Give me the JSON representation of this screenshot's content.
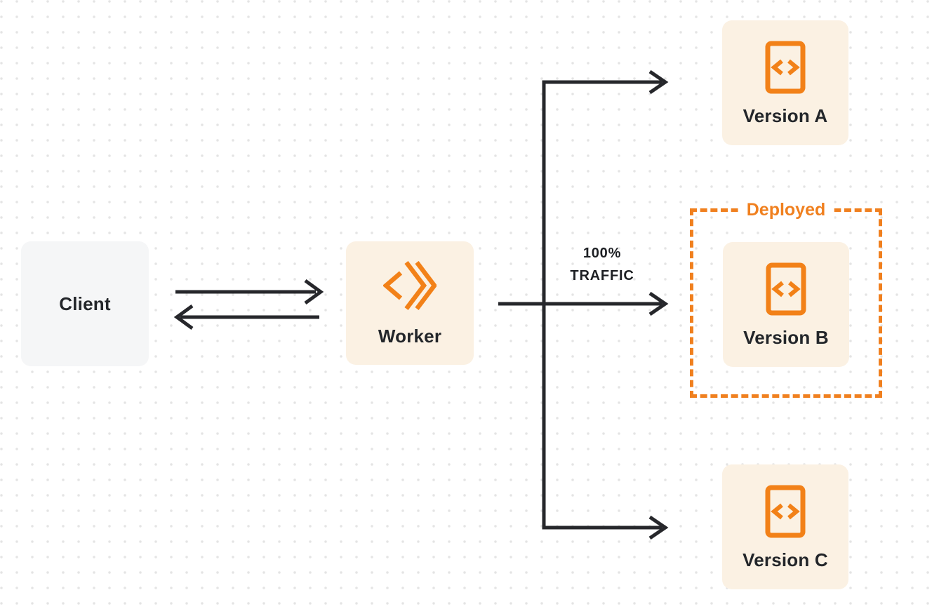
{
  "diagram": {
    "nodes": {
      "client": {
        "label": "Client"
      },
      "worker": {
        "label": "Worker",
        "icon": "cloudflare-workers-logo"
      },
      "version_a": {
        "label": "Version A",
        "icon": "code-file"
      },
      "version_b": {
        "label": "Version B",
        "icon": "code-file"
      },
      "version_c": {
        "label": "Version C",
        "icon": "code-file"
      }
    },
    "annotations": {
      "deployed": "Deployed",
      "traffic_line1": "100%",
      "traffic_line2": "TRAFFIC"
    },
    "edges": [
      {
        "from": "client",
        "to": "worker",
        "style": "arrow-right"
      },
      {
        "from": "worker",
        "to": "client",
        "style": "arrow-left"
      },
      {
        "from": "worker",
        "to": "version_a",
        "style": "elbow-arrow"
      },
      {
        "from": "worker",
        "to": "version_b",
        "style": "straight-arrow",
        "label": "100% TRAFFIC"
      },
      {
        "from": "worker",
        "to": "version_c",
        "style": "elbow-arrow"
      }
    ],
    "colors": {
      "orange_accent": "#f0801f",
      "node_cream_bg": "#fbf1e3",
      "node_gray_bg": "#f5f6f7",
      "arrow_dark": "#26272b",
      "text_dark": "#23262a",
      "background_dot": "#e4e4e4",
      "background": "#ffffff"
    }
  }
}
